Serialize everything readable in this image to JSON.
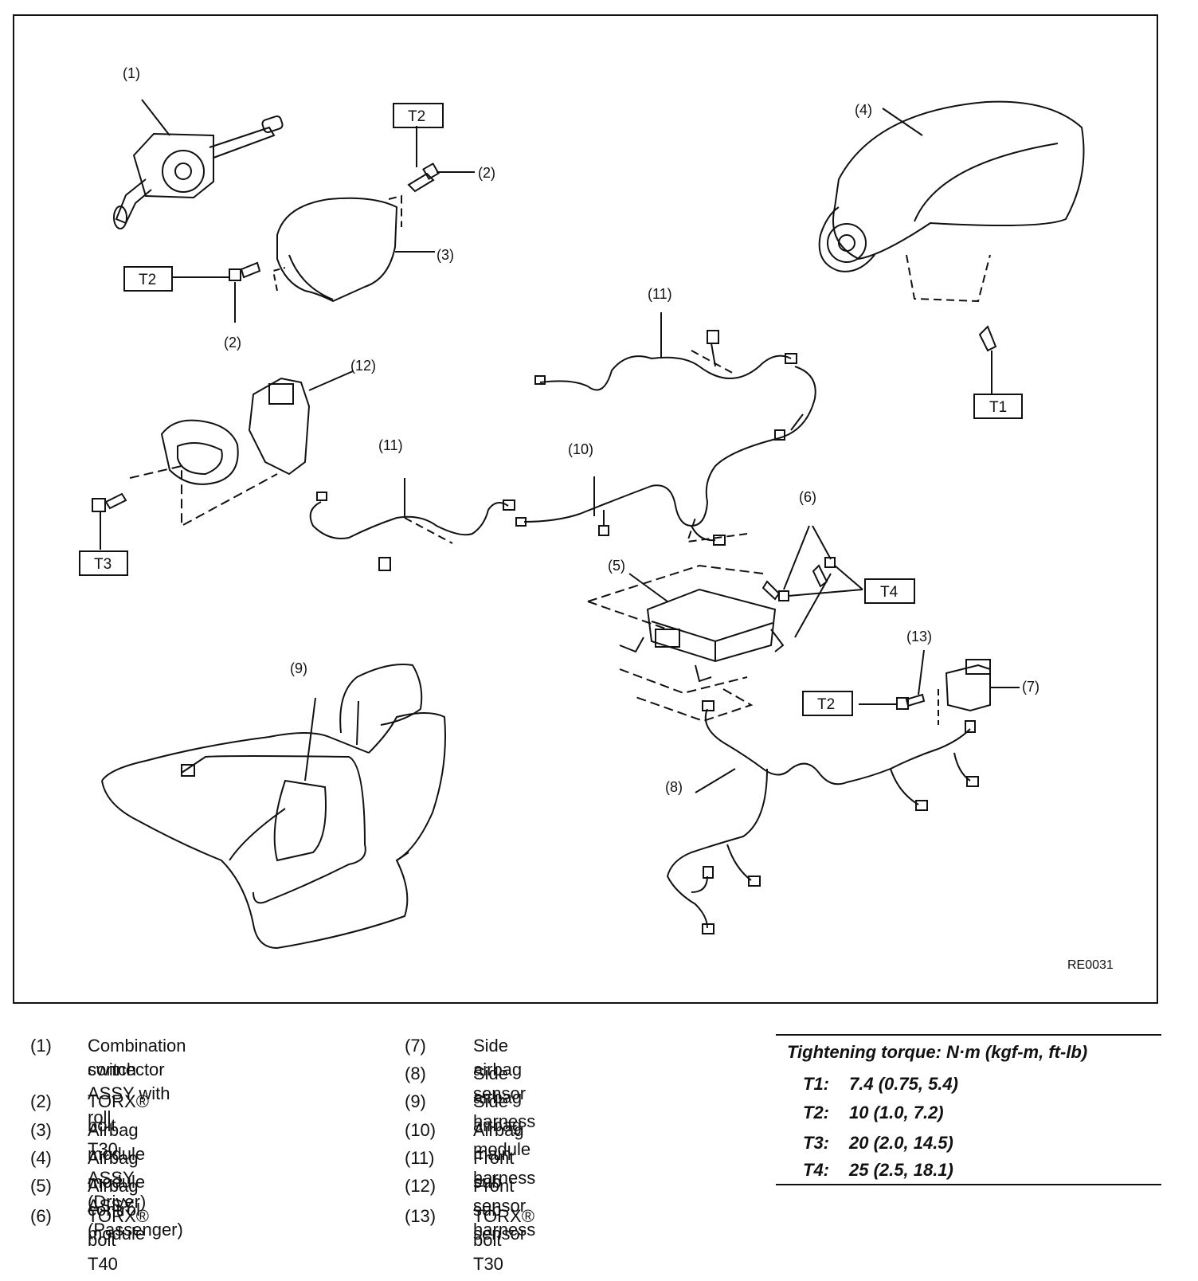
{
  "figure": {
    "code": "RE0031",
    "callouts": {
      "c1": "(1)",
      "c2a": "(2)",
      "c2b": "(2)",
      "c3": "(3)",
      "c4": "(4)",
      "c5": "(5)",
      "c6": "(6)",
      "c7": "(7)",
      "c8": "(8)",
      "c9": "(9)",
      "c10": "(10)",
      "c11a": "(11)",
      "c11b": "(11)",
      "c12": "(12)",
      "c13": "(13)"
    },
    "torque_tags": {
      "t2a": "T2",
      "t2b": "T2",
      "t1": "T1",
      "t3": "T3",
      "t4": "T4",
      "t2c": "T2"
    }
  },
  "legend": {
    "col1": [
      {
        "num": "(1)",
        "text": "Combination switch ASSY with roll",
        "text2": "connector"
      },
      {
        "num": "(2)",
        "text": "TORX® bolt T30"
      },
      {
        "num": "(3)",
        "text": "Airbag module ASSY (Driver)"
      },
      {
        "num": "(4)",
        "text": "Airbag module ASSY (Passenger)"
      },
      {
        "num": "(5)",
        "text": "Airbag control module"
      },
      {
        "num": "(6)",
        "text": "TORX® bolt T40"
      }
    ],
    "col2": [
      {
        "num": "(7)",
        "text": "Side airbag sensor"
      },
      {
        "num": "(8)",
        "text": "Side airbag harness"
      },
      {
        "num": "(9)",
        "text": "Side airbag module"
      },
      {
        "num": "(10)",
        "text": "Airbag main harness"
      },
      {
        "num": "(11)",
        "text": "Front sub sensor harness"
      },
      {
        "num": "(12)",
        "text": "Front sub sensor"
      },
      {
        "num": "(13)",
        "text": "TORX® bolt T30"
      }
    ]
  },
  "torque": {
    "title": "Tightening torque: N·m (kgf-m, ft-lb)",
    "rows": [
      {
        "key": "T1:",
        "value": "7.4 (0.75, 5.4)"
      },
      {
        "key": "T2:",
        "value": "10 (1.0, 7.2)"
      },
      {
        "key": "T3:",
        "value": "20 (2.0, 14.5)"
      },
      {
        "key": "T4:",
        "value": "25 (2.5, 18.1)"
      }
    ]
  }
}
